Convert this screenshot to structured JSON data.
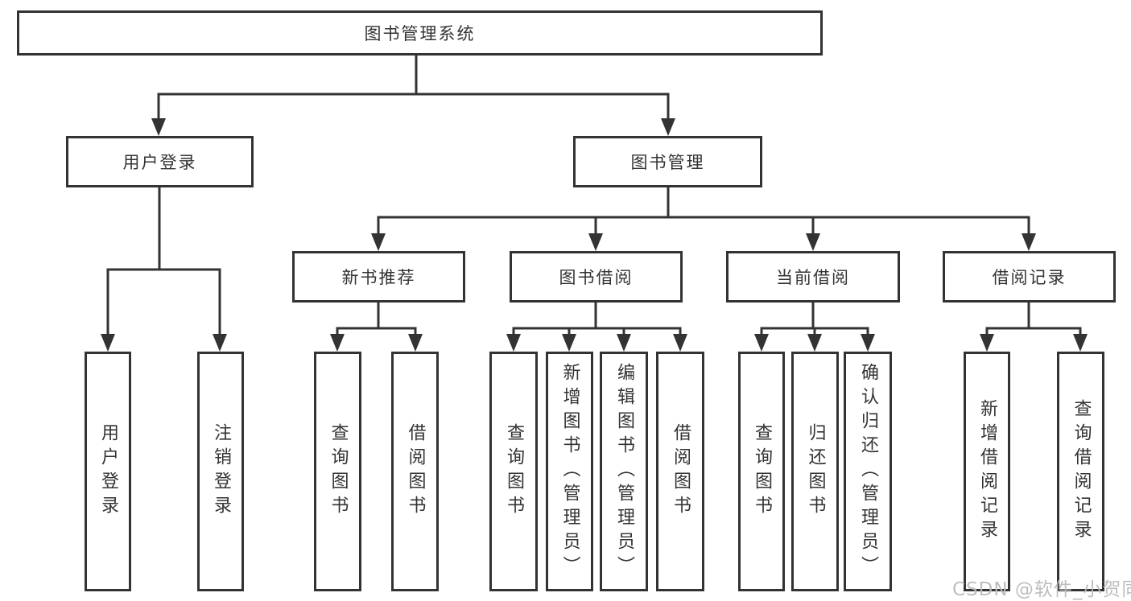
{
  "diagram": {
    "root": {
      "label": "图书管理系统"
    },
    "branches": [
      {
        "label": "用户登录",
        "leaves": [
          {
            "label": "用户登录"
          },
          {
            "label": "注销登录"
          }
        ]
      },
      {
        "label": "图书管理",
        "children": [
          {
            "label": "新书推荐",
            "leaves": [
              {
                "label": "查询图书"
              },
              {
                "label": "借阅图书"
              }
            ]
          },
          {
            "label": "图书借阅",
            "leaves": [
              {
                "label": "查询图书"
              },
              {
                "label": "新增图书（管理员）"
              },
              {
                "label": "编辑图书（管理员）"
              },
              {
                "label": "借阅图书"
              }
            ]
          },
          {
            "label": "当前借阅",
            "leaves": [
              {
                "label": "查询图书"
              },
              {
                "label": "归还图书"
              },
              {
                "label": "确认归还（管理员）"
              }
            ]
          },
          {
            "label": "借阅记录",
            "leaves": [
              {
                "label": "新增借阅记录"
              },
              {
                "label": "查询借阅记录"
              }
            ]
          }
        ]
      }
    ]
  },
  "watermark": {
    "text": "CSDN @软件_小贺同学"
  },
  "colors": {
    "line": "#333333",
    "text": "#333333",
    "background": "#ffffff",
    "watermark": "#babcbe"
  }
}
